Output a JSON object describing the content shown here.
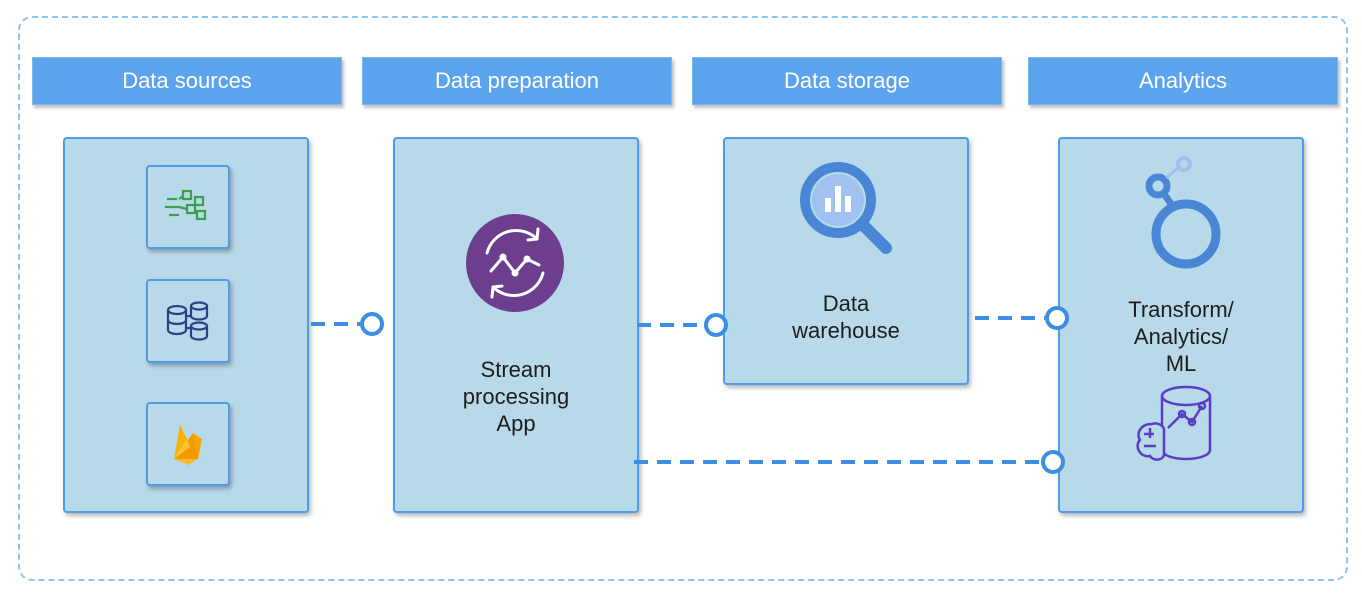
{
  "columns": {
    "sources": {
      "header": "Data sources"
    },
    "preparation": {
      "header": "Data preparation",
      "label": "Stream\nprocessing\nApp"
    },
    "storage": {
      "header": "Data storage",
      "label": "Data\nwarehouse"
    },
    "analytics": {
      "header": "Analytics",
      "label": "Transform/\nAnalytics/\nML"
    }
  },
  "icons": {
    "source_1": "streaming-data-icon",
    "source_2": "database-replication-icon",
    "source_3": "firebase-icon",
    "preparation": "stream-processing-icon",
    "storage": "bigquery-icon",
    "analytics_1": "looker-icon",
    "analytics_2": "ml-database-icon"
  },
  "colors": {
    "header": "#5ba4ed",
    "panel": "#b8d9ea",
    "border": "#4e9be6",
    "connector": "#3b8ee3",
    "stream_icon": "#6d3d8e"
  }
}
